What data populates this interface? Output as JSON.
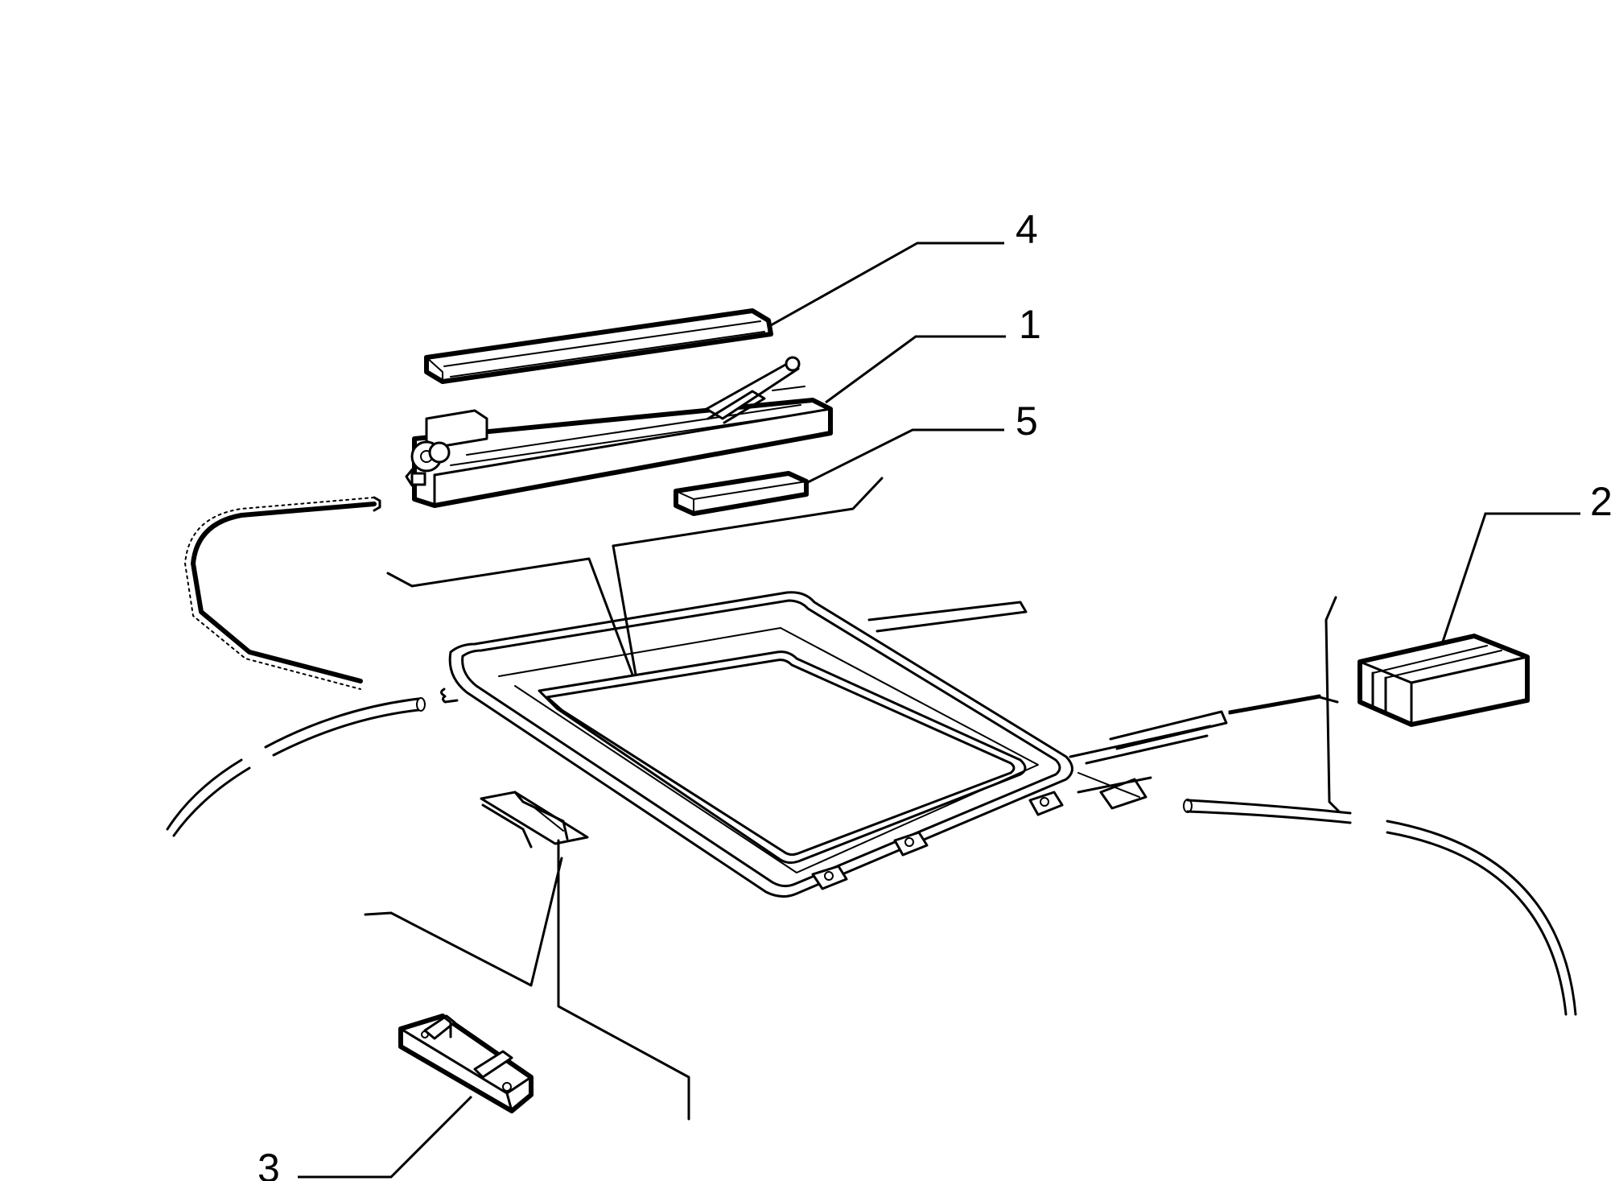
{
  "callouts": [
    {
      "id": "4",
      "label": "4"
    },
    {
      "id": "1",
      "label": "1"
    },
    {
      "id": "5",
      "label": "5"
    },
    {
      "id": "2",
      "label": "2"
    },
    {
      "id": "3",
      "label": "3"
    }
  ]
}
